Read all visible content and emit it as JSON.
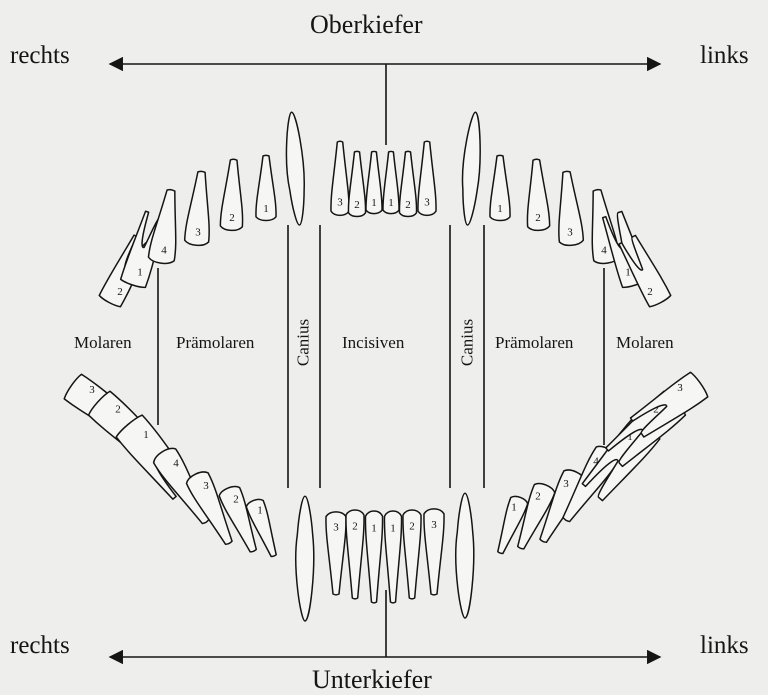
{
  "labels": {
    "upper_jaw": "Oberkiefer",
    "lower_jaw": "Unterkiefer",
    "right": "rechts",
    "left": "links"
  },
  "regions": {
    "molars": "Molaren",
    "premolars": "Prämolaren",
    "canine": "Canius",
    "incisors": "Incisiven"
  },
  "tooth_numbers": {
    "molars": [
      "1",
      "2",
      "3"
    ],
    "premolars": [
      "1",
      "2",
      "3",
      "4"
    ],
    "incisors": [
      "1",
      "2",
      "3"
    ]
  },
  "colors": {
    "background": "#eeeeec",
    "ink": "#151515"
  }
}
